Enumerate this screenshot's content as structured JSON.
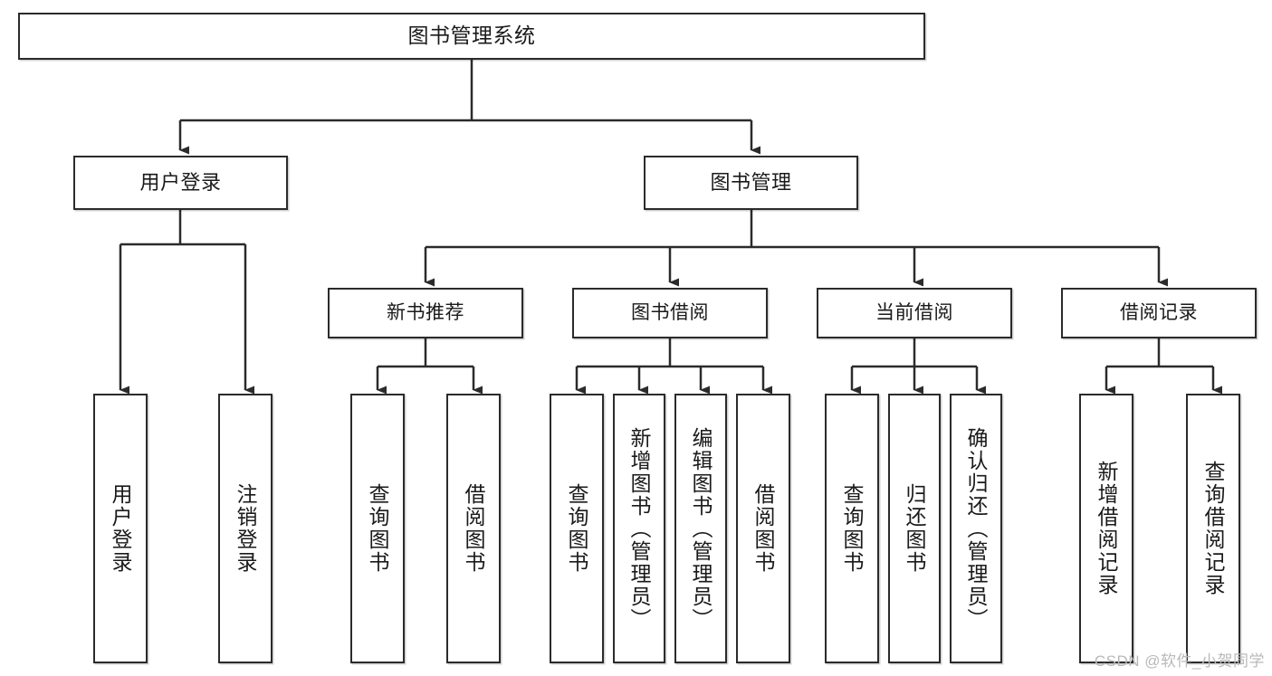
{
  "diagram": {
    "title": "图书管理系统",
    "type": "tree-hierarchy",
    "watermark": "CSDN @软件_小贺同学",
    "colors": {
      "box_border": "#2b2b2b",
      "box_fill": "#ffffff",
      "connector": "#2b2b2b",
      "text": "#1a1a1a",
      "watermark": "#b9b9b9",
      "background": "#ffffff"
    },
    "root": {
      "id": "root",
      "label": "图书管理系统",
      "orientation": "horizontal"
    },
    "level1": [
      {
        "id": "user-login",
        "label": "用户登录",
        "orientation": "horizontal"
      },
      {
        "id": "book-manage",
        "label": "图书管理",
        "orientation": "horizontal"
      }
    ],
    "level2": [
      {
        "id": "new-book-recommend",
        "label": "新书推荐",
        "orientation": "horizontal",
        "parent": "book-manage"
      },
      {
        "id": "book-borrow",
        "label": "图书借阅",
        "orientation": "horizontal",
        "parent": "book-manage"
      },
      {
        "id": "current-borrow",
        "label": "当前借阅",
        "orientation": "horizontal",
        "parent": "book-manage"
      },
      {
        "id": "borrow-record",
        "label": "借阅记录",
        "orientation": "horizontal",
        "parent": "book-manage"
      }
    ],
    "leaves": [
      {
        "id": "leaf-user-login",
        "label": "用户登录",
        "parent": "user-login",
        "orientation": "vertical"
      },
      {
        "id": "leaf-user-logout",
        "label": "注销登录",
        "parent": "user-login",
        "orientation": "vertical"
      },
      {
        "id": "leaf-query-book-1",
        "label": "查询图书",
        "parent": "new-book-recommend",
        "orientation": "vertical"
      },
      {
        "id": "leaf-borrow-book-1",
        "label": "借阅图书",
        "parent": "new-book-recommend",
        "orientation": "vertical"
      },
      {
        "id": "leaf-query-book-2",
        "label": "查询图书",
        "parent": "book-borrow",
        "orientation": "vertical"
      },
      {
        "id": "leaf-add-book",
        "label": "新增图书（管理员）",
        "parent": "book-borrow",
        "orientation": "vertical"
      },
      {
        "id": "leaf-edit-book",
        "label": "编辑图书（管理员）",
        "parent": "book-borrow",
        "orientation": "vertical"
      },
      {
        "id": "leaf-borrow-book-2",
        "label": "借阅图书",
        "parent": "book-borrow",
        "orientation": "vertical"
      },
      {
        "id": "leaf-query-book-3",
        "label": "查询图书",
        "parent": "current-borrow",
        "orientation": "vertical"
      },
      {
        "id": "leaf-return-book",
        "label": "归还图书",
        "parent": "current-borrow",
        "orientation": "vertical"
      },
      {
        "id": "leaf-confirm-return",
        "label": "确认归还（管理员）",
        "parent": "current-borrow",
        "orientation": "vertical"
      },
      {
        "id": "leaf-add-record",
        "label": "新增借阅记录",
        "parent": "borrow-record",
        "orientation": "vertical"
      },
      {
        "id": "leaf-query-record",
        "label": "查询借阅记录",
        "parent": "borrow-record",
        "orientation": "vertical"
      }
    ]
  }
}
